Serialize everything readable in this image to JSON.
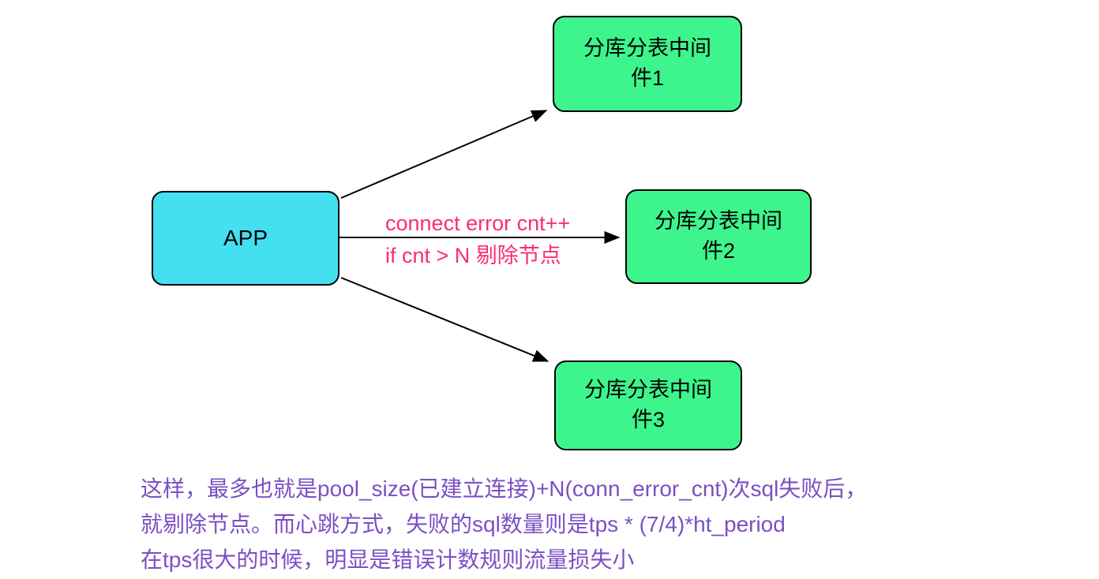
{
  "diagram": {
    "app_node": {
      "label": "APP"
    },
    "middleware_nodes": [
      {
        "label": "分库分表中间件1"
      },
      {
        "label": "分库分表中间件2"
      },
      {
        "label": "分库分表中间件3"
      }
    ],
    "edge_label": {
      "line1": "connect error cnt++",
      "line2": "if cnt > N 剔除节点"
    },
    "colors": {
      "app_fill": "#45DFF2",
      "middleware_fill": "#3DF58C",
      "edge_label_text": "#FB2B77",
      "note_text": "#7C4FC5",
      "stroke": "#000000",
      "background": "#FFFFFF"
    }
  },
  "note": {
    "lines": [
      "这样，最多也就是pool_size(已建立连接)+N(conn_error_cnt)次sql失败后，",
      "就剔除节点。而心跳方式，失败的sql数量则是tps * (7/4)*ht_period",
      "在tps很大的时候，明显是错误计数规则流量损失小"
    ]
  }
}
